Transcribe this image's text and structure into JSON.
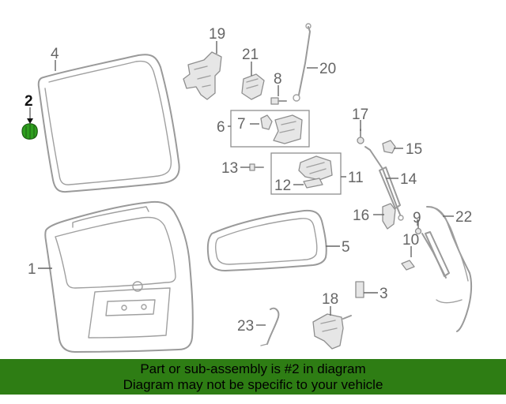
{
  "diagram": {
    "callouts": {
      "c1": "1",
      "c2": "2",
      "c3": "3",
      "c4": "4",
      "c5": "5",
      "c6": "6",
      "c7": "7",
      "c8": "8",
      "c9": "9",
      "c10": "10",
      "c11": "11",
      "c12": "12",
      "c13": "13",
      "c14": "14",
      "c15": "15",
      "c16": "16",
      "c17": "17",
      "c18": "18",
      "c19": "19",
      "c20": "20",
      "c21": "21",
      "c22": "22",
      "c23": "23"
    },
    "highlighted_part": "2",
    "colors": {
      "highlight": "#2e9e1e",
      "banner": "#2e7d14",
      "line": "#9a9a9a"
    }
  },
  "banner": {
    "line1": "Part or sub-assembly is #2 in diagram",
    "line2": "Diagram may not be specific to your vehicle"
  }
}
